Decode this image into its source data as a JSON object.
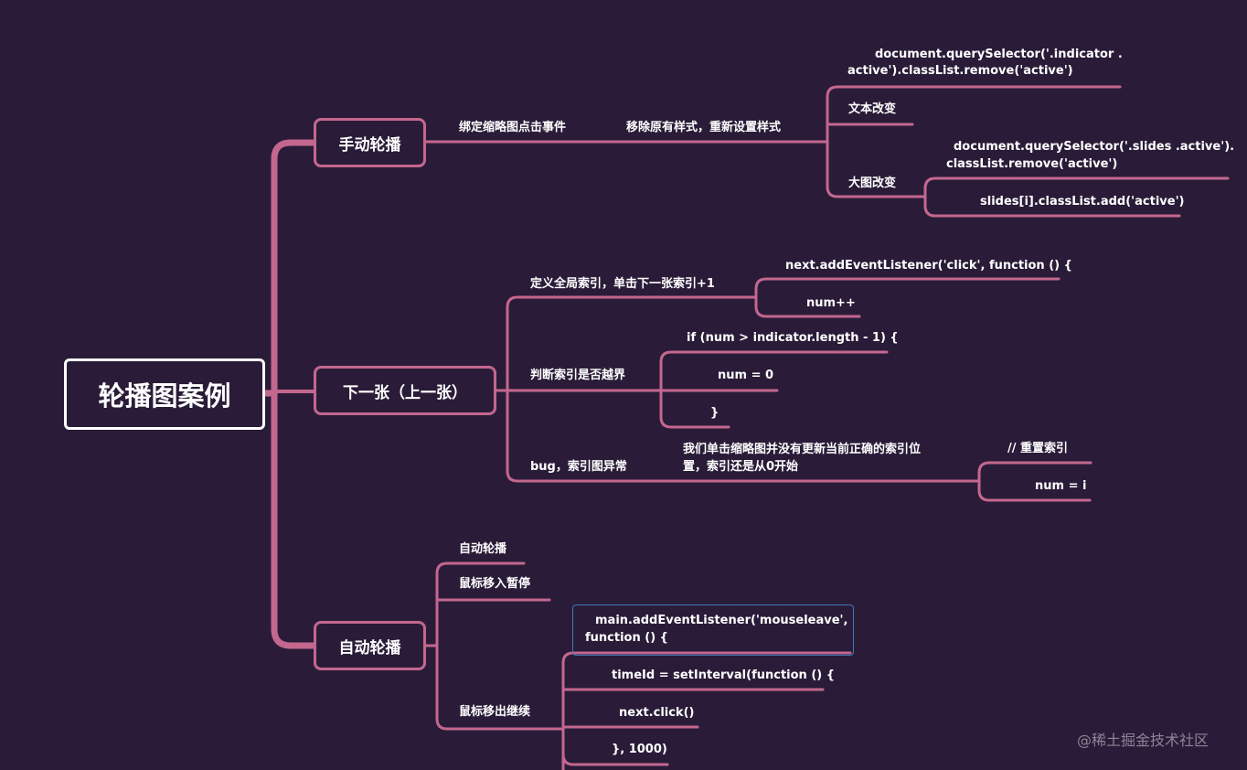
{
  "root": "轮播图案例",
  "branches": {
    "manual": {
      "label": "手动轮播",
      "n1": "绑定缩略图点击事件",
      "n2": "移除原有样式，重新设置样式",
      "code1a": "document.querySelector('.indicator .",
      "code1b": "active').classList.remove('active')",
      "text_change": "文本改变",
      "img_change": "大图改变",
      "code2a": "document.querySelector('.slides .active').",
      "code2b": "classList.remove('active')",
      "code3": "slides[i].classList.add('active')"
    },
    "next": {
      "label": "下一张（上一张）",
      "define": "定义全局索引，单击下一张索引+1",
      "listener": "next.addEventListener('click', function () {",
      "inc": "num++",
      "check": "判断索引是否越界",
      "if": "if (num > indicator.length - 1) {",
      "reset": "num = 0",
      "close": "}",
      "bug": "bug，索引图异常",
      "bug_desc1": "我们单击缩略图并没有更新当前正确的索引位",
      "bug_desc2": "置，索引还是从0开始",
      "comment": "// 重置索引",
      "assign": "num = i"
    },
    "auto": {
      "label": "自动轮播",
      "play": "自动轮播",
      "pause": "鼠标移入暂停",
      "resume": "鼠标移出继续",
      "ml1": "main.addEventListener('mouseleave',",
      "ml2": "function () {",
      "timer": "timeId = setInterval(function () {",
      "click": "next.click()",
      "end": "}, 1000)"
    }
  },
  "watermark": "@稀土掘金技术社区",
  "colors": {
    "background": "#2a1c38",
    "connector": "#c4678f",
    "highlight": "#3f78b8"
  }
}
